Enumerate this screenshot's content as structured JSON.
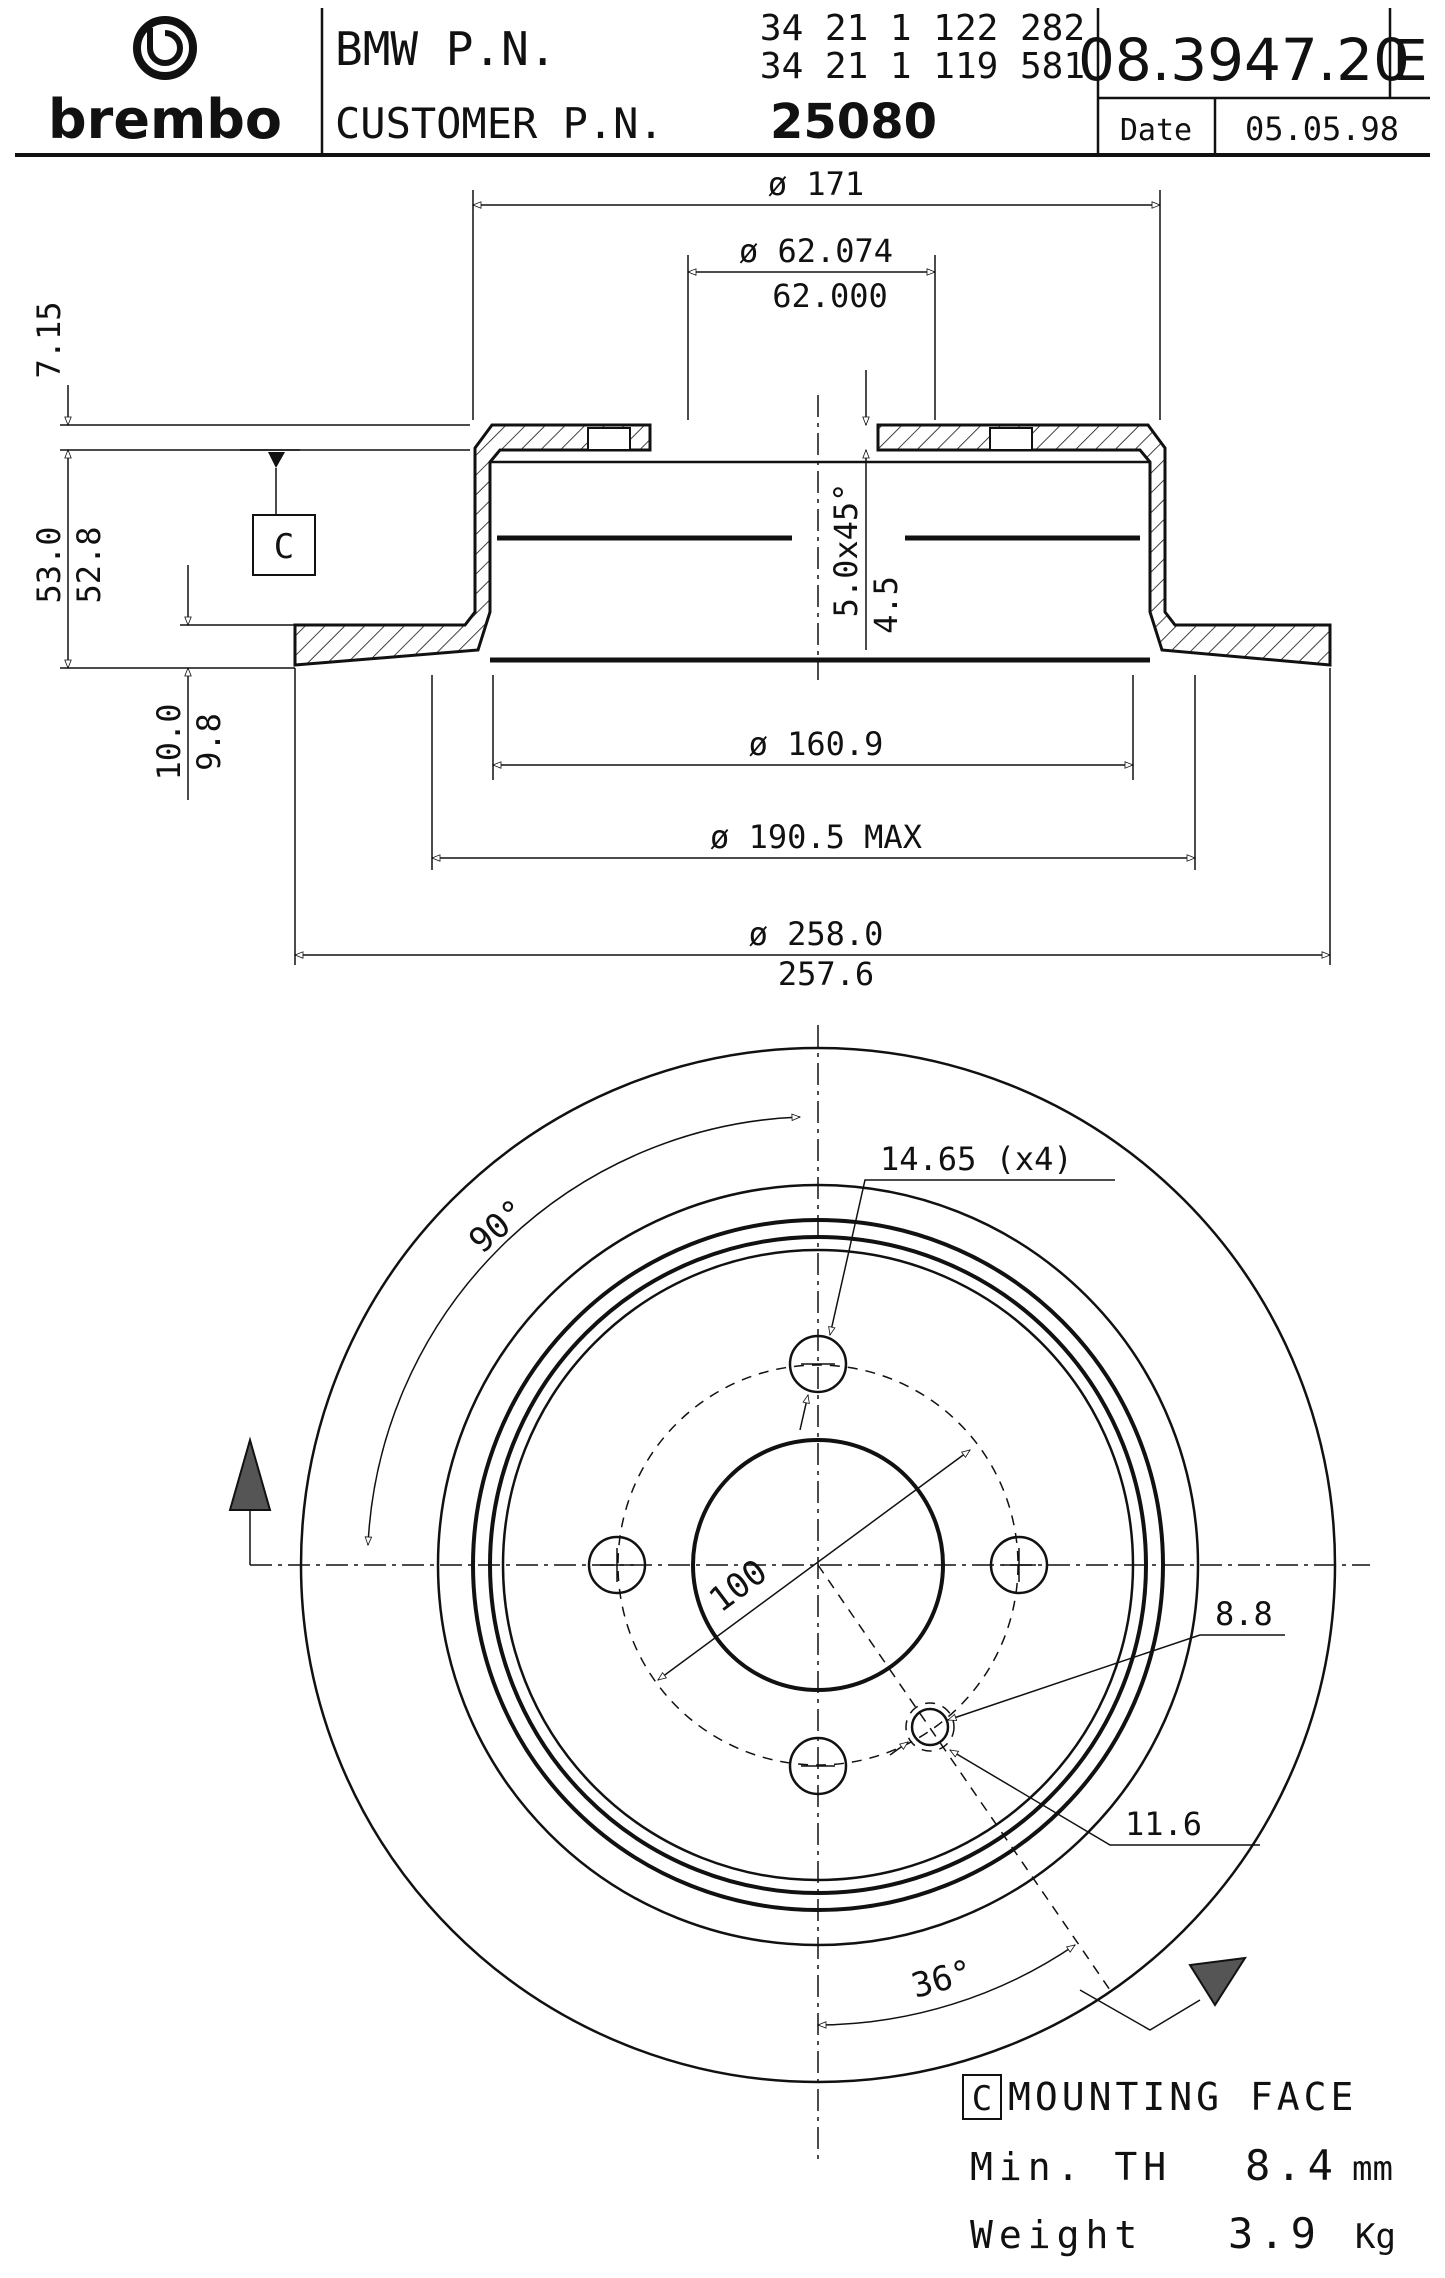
{
  "header": {
    "brand": "brembo",
    "bmw_label": "BMW P.N.",
    "bmw_pn_1": "34 21 1 122 282",
    "bmw_pn_2": "34 21 1 119 581",
    "customer_label": "CUSTOMER P.N.",
    "customer_pn": "25080",
    "brembo_pn": "08.3947.20",
    "revision": "E",
    "date_label": "Date",
    "date_value": "05.05.98"
  },
  "section_view": {
    "dim_171": "ø 171",
    "dim_62_max": "ø 62.074",
    "dim_62_min": "62.000",
    "dim_7_15": "7.15",
    "dim_53_0": "53.0",
    "dim_52_8": "52.8",
    "datum_c": "C",
    "chamfer": "5.0x45°",
    "dim_4_5": "4.5",
    "dim_10_0": "10.0",
    "dim_9_8": "9.8",
    "dim_160_9": "ø 160.9",
    "dim_190_5": "ø 190.5 MAX",
    "dim_258_0": "ø 258.0",
    "dim_257_6": "257.6"
  },
  "front_view": {
    "angle_90": "90°",
    "hole_dia": "14.65 (x4)",
    "pcd": "100",
    "dim_8_8": "8.8",
    "dim_11_6": "11.6",
    "angle_36": "36°"
  },
  "notes": {
    "datum_c": "C",
    "mounting_face": "MOUNTING FACE",
    "min_th_label": "Min. TH",
    "min_th_value": "8.4",
    "min_th_unit": "mm",
    "weight_label": "Weight",
    "weight_value": "3.9",
    "weight_unit": "Kg"
  }
}
